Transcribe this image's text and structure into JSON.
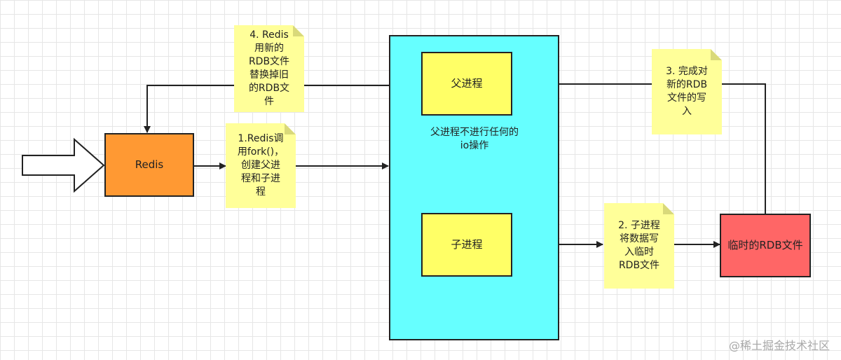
{
  "diagram": {
    "nodes": {
      "redis": "Redis",
      "parent": "父进程",
      "child": "子进程",
      "temp_rdb": "临时的RDB文件"
    },
    "container_label": "父进程不进行任何的\nio操作",
    "notes": {
      "step1": "1.Redis调\n用fork()，\n创建父进\n程和子进\n程",
      "step2": "2. 子进程\n将数据写\n入临时\nRDB文件",
      "step3": "3. 完成对\n新的RDB\n文件的写\n入",
      "step4": "4. Redis\n用新的\nRDB文件\n替换掉旧\n的RDB文\n件"
    },
    "colors": {
      "container": "#66ffff",
      "redis": "#ff9933",
      "process": "#ffff66",
      "temp_rdb": "#ff6666",
      "note": "#ffff99"
    }
  },
  "watermark": "@稀土掘金技术社区"
}
